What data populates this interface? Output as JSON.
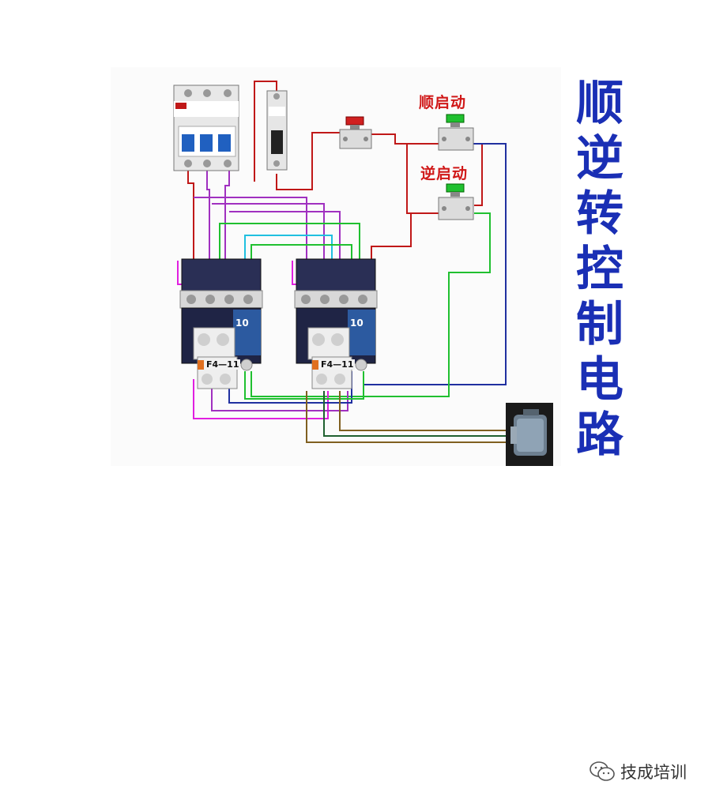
{
  "labels": {
    "forward_start": "顺启动",
    "reverse_start": "逆启动"
  },
  "title_chars": [
    "顺",
    "逆",
    "转",
    "控",
    "制",
    "电",
    "路"
  ],
  "contactors": [
    {
      "number": "10",
      "relay_tag": "F4—11"
    },
    {
      "number": "10",
      "relay_tag": "F4—11"
    }
  ],
  "watermark": {
    "text": "技成培训",
    "icon": "wechat-icon"
  },
  "colors": {
    "title": "#1a2fb5",
    "button_label": "#d01818",
    "wire_red": "#c01818",
    "wire_purple": "#a030c0",
    "wire_magenta": "#e020e0",
    "wire_green": "#20c030",
    "wire_cyan": "#20c0e0",
    "wire_blue": "#2030a0",
    "wire_olive": "#806020",
    "stop_button": "#d02020",
    "start_button": "#20c030"
  }
}
